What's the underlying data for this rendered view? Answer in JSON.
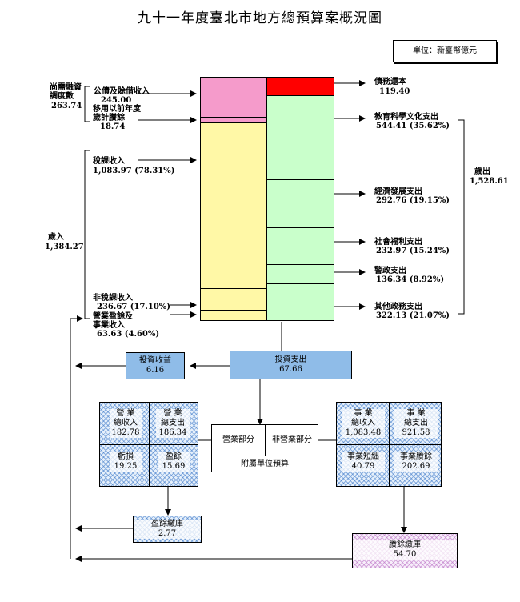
{
  "title": "九十一年度臺北市地方總預算案概況圖",
  "unit": "單位：新臺幣億元",
  "left": {
    "financing_label_1": "尚需融資",
    "financing_label_2": "調度數",
    "financing_value": "263.74",
    "bond_label": "公債及賒借收入",
    "bond_value": "245.00",
    "surplus_label_1": "移用以前年度",
    "surplus_label_2": "歲計賸餘",
    "surplus_value": "18.74",
    "tax_label": "稅課收入",
    "tax_value": "1,083.97 (78.31%)",
    "revenue_label": "歲入",
    "revenue_value": "1,384.27",
    "nontax_label": "非稅課收入",
    "nontax_value": "236.67 (17.10%)",
    "business_label_1": "營業盈餘及",
    "business_label_2": "事業收入",
    "business_value": "63.63  (4.60%)"
  },
  "right": {
    "debt_label": "債務還本",
    "debt_value": "119.40",
    "edu_label": "教育科學文化支出",
    "edu_value": "544.41 (35.62%)",
    "econ_label": "經濟發展支出",
    "econ_value": "292.76 (19.15%)",
    "welfare_label": "社會福利支出",
    "welfare_value": "232.97 (15.24%)",
    "police_label": "警政支出",
    "police_value": "136.34 (8.92%)",
    "other_label": "其他政務支出",
    "other_value": "322.13 (21.07%)",
    "expend_label": "歲出",
    "expend_value": "1,528.61"
  },
  "invest": {
    "income_label": "投資收益",
    "income_value": "6.16",
    "spend_label": "投資支出",
    "spend_value": "67.66"
  },
  "attached": {
    "business_part": "營業部分",
    "nonbusiness_part": "非營業部分",
    "title": "附屬單位預算"
  },
  "enterprise": {
    "rev_label_1": "營 業",
    "rev_label_2": "總收入",
    "rev_value": "182.78",
    "exp_label_1": "營 業",
    "exp_label_2": "總支出",
    "exp_value": "186.34",
    "loss_label": "虧損",
    "loss_value": "19.25",
    "surplus_label": "盈餘",
    "surplus_value": "15.69",
    "pay_label": "盈餘繳庫",
    "pay_value": "2.77"
  },
  "nonbiz": {
    "rev_label_1": "事 業",
    "rev_label_2": "總收入",
    "rev_value": "1,083.48",
    "exp_label_1": "事 業",
    "exp_label_2": "總支出",
    "exp_value": "921.58",
    "short_label": "事業短絀",
    "short_value": "40.79",
    "surplus_label": "事業賸餘",
    "surplus_value": "202.69",
    "pay_label": "賸餘繳庫",
    "pay_value": "54.70"
  },
  "colors": {
    "pink": "#f59bcb",
    "yellow": "#fff8a6",
    "green": "#c9ffcb",
    "red": "#ff0000",
    "blue": "#8fbce8"
  }
}
